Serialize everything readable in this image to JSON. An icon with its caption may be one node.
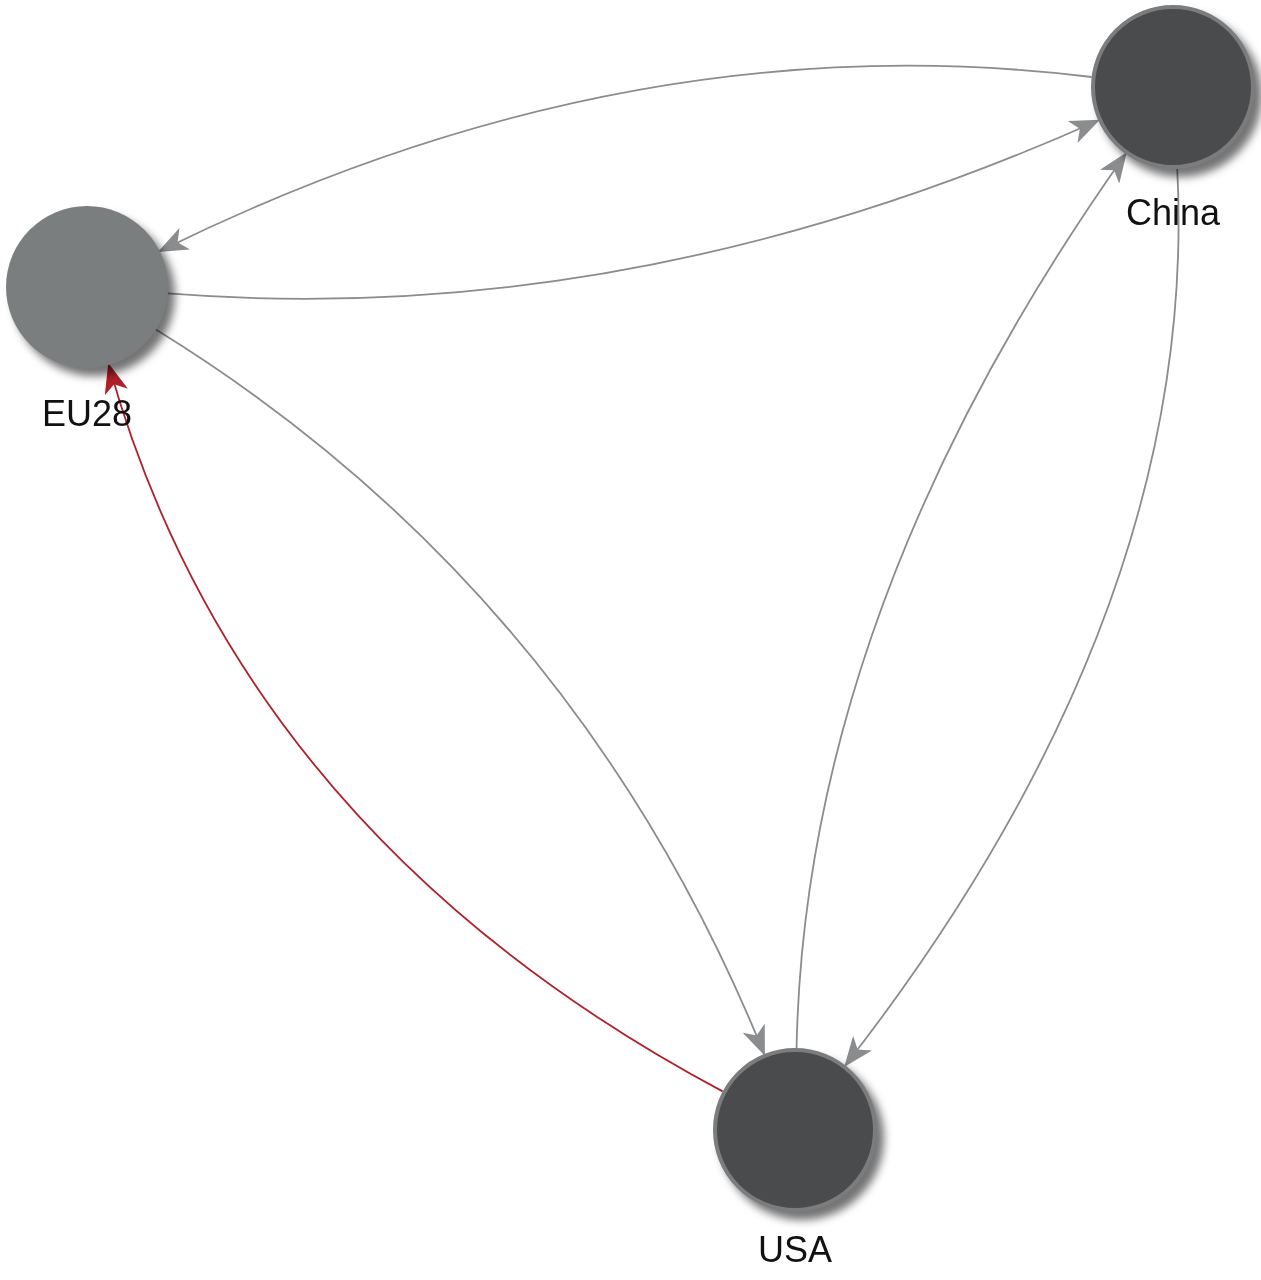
{
  "diagram": {
    "nodes": [
      {
        "text": [
          "EU28"
        ]
      },
      {
        "text": [
          "China"
        ]
      },
      {
        "text": [
          "USA"
        ]
      }
    ],
    "edges": [
      {
        "from": 1,
        "to": 0,
        "arrow": "to"
      },
      {
        "from": 0,
        "to": 1,
        "arrow": "to"
      },
      {
        "from": 0,
        "to": 2,
        "arrow": "to"
      },
      {
        "from": 2,
        "to": 1,
        "arrow": "to"
      },
      {
        "from": 1,
        "to": 2,
        "arrow": "to"
      },
      {
        "from": 2,
        "to": 0,
        "arrow": "to",
        "color": "#b0202a"
      }
    ]
  }
}
